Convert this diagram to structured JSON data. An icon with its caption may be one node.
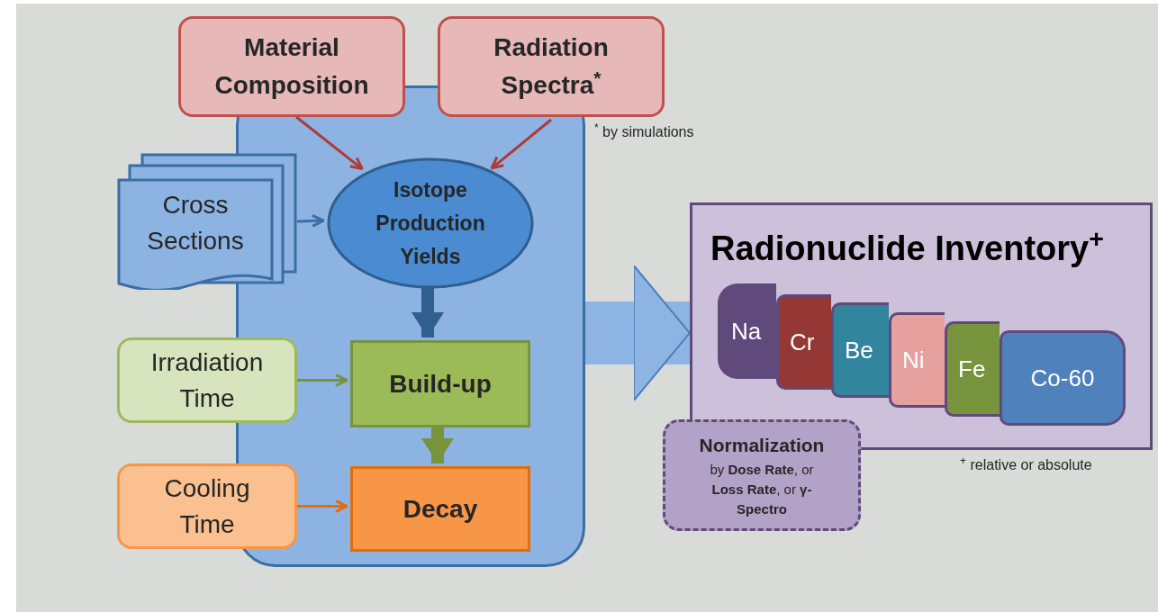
{
  "diagram": {
    "nodes": [
      {
        "text": [],
        "shape": "box"
      },
      {
        "text": [
          "Material Composition"
        ]
      },
      {
        "text": [
          "Radiation Spectra$^{*}$"
        ]
      },
      {
        "text": [
          "Cross Sections"
        ]
      },
      {
        "text": [
          "Isotope Production Yields"
        ],
        "in": 0
      },
      {
        "text": [
          "Irradiation Time"
        ]
      },
      {
        "text": [
          "Build-up"
        ],
        "in": 0
      },
      {
        "text": [
          "Cooling Time"
        ]
      },
      {
        "text": [
          "Decay"
        ],
        "in": 0
      },
      {
        "text": [
          "Radionuclide Inventory$^{+}$"
        ]
      },
      {
        "text": [
          "Na"
        ],
        "in": 9
      },
      {
        "text": [
          "Cr"
        ],
        "in": 9
      },
      {
        "text": [
          "Be"
        ],
        "in": 9
      },
      {
        "text": [
          "Ni"
        ],
        "in": 9
      },
      {
        "text": [
          "Fe"
        ],
        "in": 9
      },
      {
        "text": [
          "Co-60"
        ],
        "in": 9
      },
      {
        "text": [
          "Normalization",
          "by **Dose Rate**, or **Loss Rate**, or **γ-Spectro**"
        ]
      }
    ],
    "edges": [
      {
        "from": 1,
        "to": 4,
        "arrow": "to",
        "color": "#b03a3a"
      },
      {
        "from": 2,
        "to": 4,
        "arrow": "to",
        "color": "#b03a3a"
      },
      {
        "from": 3,
        "to": 4,
        "arrow": "to",
        "color": "#3a6ea5"
      },
      {
        "from": 4,
        "to": 6,
        "arrow": "to",
        "style": "thick",
        "color": "#2e5f8f"
      },
      {
        "from": 5,
        "to": 6,
        "arrow": "to",
        "color": "#77933c"
      },
      {
        "from": 6,
        "to": 8,
        "arrow": "to",
        "style": "thick",
        "color": "#77933c"
      },
      {
        "from": 7,
        "to": 8,
        "arrow": "to",
        "color": "#e46c0a"
      },
      {
        "from": 0,
        "to": 9,
        "arrow": "to",
        "style": "thick",
        "color": "#8eb4e3"
      }
    ],
    "labels": [
      "$^{*}$ by simulations",
      "$^{+}$ relative or absolute"
    ]
  }
}
